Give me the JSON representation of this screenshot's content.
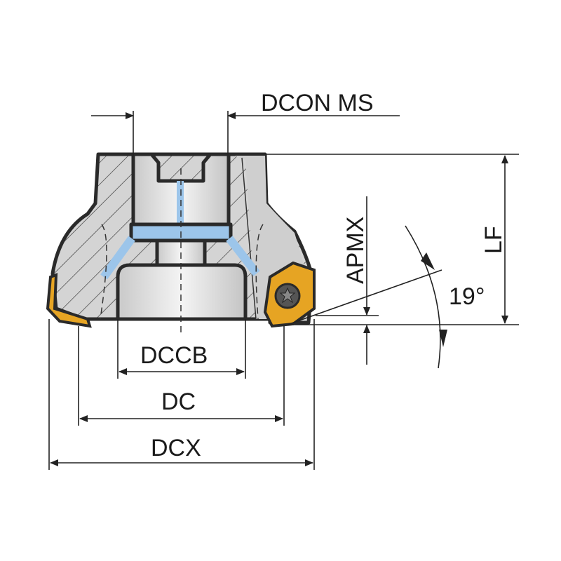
{
  "labels": {
    "dcon_ms": "DCON MS",
    "lf": "LF",
    "apmx": "APMX",
    "angle": "19°",
    "dccb": "DCCB",
    "dc": "DC",
    "dcx": "DCX"
  },
  "colors": {
    "body": "#d2d2d2",
    "coolant": "#9cc5ea",
    "insert": "#e6a423",
    "outline": "#2a2a2a"
  }
}
